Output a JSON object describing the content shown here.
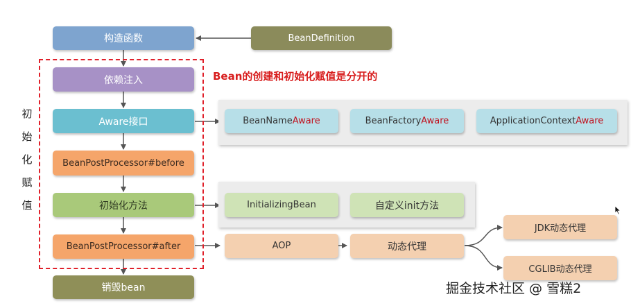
{
  "colors": {
    "blue": "#7ea4cf",
    "olive": "#8b8b5b",
    "purple": "#a791c6",
    "teal": "#6bbfd0",
    "orange": "#f5a56a",
    "green": "#a9c97a",
    "dark_olive": "#8f8f58",
    "peach": "#f4d0b0",
    "panel_teal": "#b7dfe8",
    "panel_green": "#cfe3b6",
    "red": "#e0202a"
  },
  "main_flow": {
    "constructor": "构造函数",
    "bean_definition": "BeanDefinition",
    "dependency_injection": "依赖注入",
    "aware_interface": "Aware接口",
    "post_processor_before": "BeanPostProcessor#before",
    "init_method": "初始化方法",
    "post_processor_after": "BeanPostProcessor#after",
    "destroy_bean": "销毁bean"
  },
  "note": "Bean的创建和初始化赋值是分开的",
  "vertical_label": [
    "初",
    "始",
    "化",
    "赋",
    "值"
  ],
  "aware_items": [
    {
      "prefix": "BeanName",
      "suffix": "Aware"
    },
    {
      "prefix": "BeanFactory",
      "suffix": "Aware"
    },
    {
      "prefix": "ApplicationContext",
      "suffix": "Aware"
    }
  ],
  "init_items": {
    "initializing_bean": "InitializingBean",
    "custom_init": "自定义init方法"
  },
  "proxy_chain": {
    "aop": "AOP",
    "dynamic_proxy": "动态代理",
    "jdk_proxy": "JDK动态代理",
    "cglib_proxy": "CGLIB动态代理"
  },
  "watermark": "掘金技术社区 @ 雪糕2"
}
